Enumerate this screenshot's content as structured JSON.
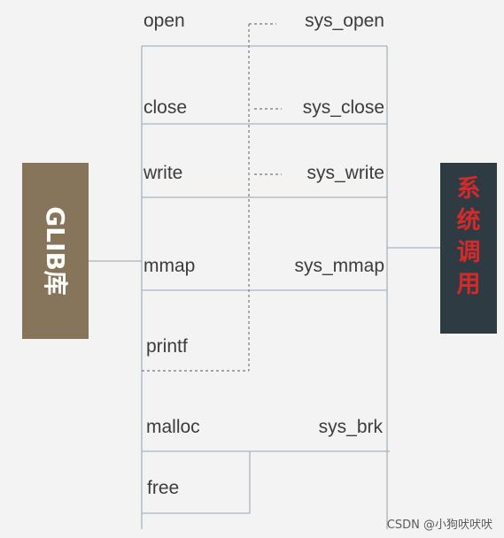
{
  "glibc_label": "GLIB库",
  "syscall_label": "系统调用",
  "watermark": "CSDN @小狗吠吠吠",
  "colors": {
    "glibc_box": "#86755a",
    "syscall_box": "#2f3b42",
    "syscall_text": "#d42a2a",
    "grid_line": "#a9b3bd"
  },
  "rows": [
    {
      "library_call": "open",
      "system_call": "sys_open"
    },
    {
      "library_call": "close",
      "system_call": "sys_close"
    },
    {
      "library_call": "write",
      "system_call": "sys_write"
    },
    {
      "library_call": "mmap",
      "system_call": "sys_mmap"
    },
    {
      "library_call": "printf",
      "system_call": ""
    },
    {
      "library_call": "malloc",
      "system_call": "sys_brk"
    },
    {
      "library_call": "free",
      "system_call": ""
    }
  ]
}
